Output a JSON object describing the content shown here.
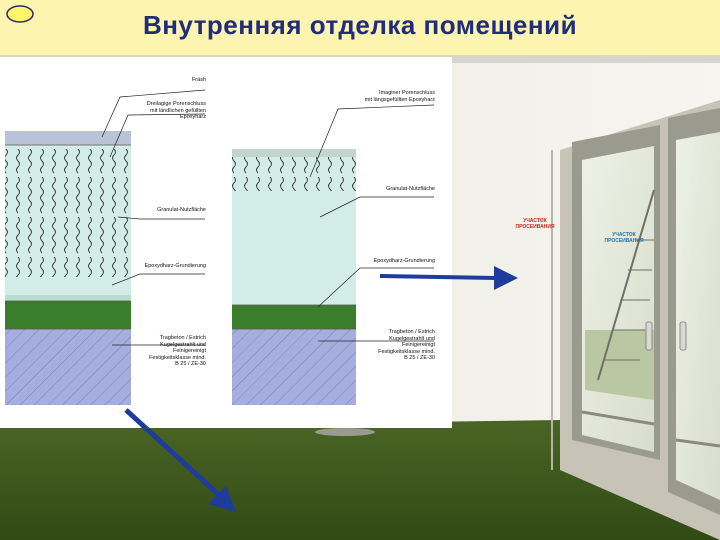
{
  "slide": {
    "title": "Внутренняя отделка помещений"
  },
  "photo": {
    "signs": [
      {
        "text": "УЧАСТОК\nПРОСЕИВАНИЯ",
        "color": "#c62b24"
      },
      {
        "text": "УЧАСТОК\nПРОСЕИВАНИЯ",
        "color": "#2a6f9e"
      }
    ]
  },
  "diagram": {
    "left_labels": [
      "Fräsh",
      "Dreilagige Porenschluss\nmit ländlichen gefüllten\nEpoxyharz",
      "Granulat-Nutzfläche",
      "Epoxydharz-Grundierung",
      "Tragbeton / Estrich\nKugelgestrahlt und\nFeinigereinigt\nFestigkeitsklasse mind.\nB 25 / ZE-30"
    ],
    "right_labels": [
      "Imaginer Porenschluss\nmit längsgefüllten Epoxyharz",
      "Granulat-Nutzfläche",
      "Epoxydharz-Grundierung",
      "Tragbeton / Estrich\nKugelgestrahlt und\nFeinigereinigt\nFestigkeitsklasse mind.\nB 25 / ZE-30"
    ]
  },
  "colors": {
    "title": "#1f2d7a",
    "arrow": "#1f3c9c",
    "floor": "#3d5a1e",
    "wall": "#f1f0ea",
    "layer_granulate": "#d2ece8",
    "layer_epoxy": "#3a7d2a",
    "layer_concrete": "#a6aee0"
  }
}
